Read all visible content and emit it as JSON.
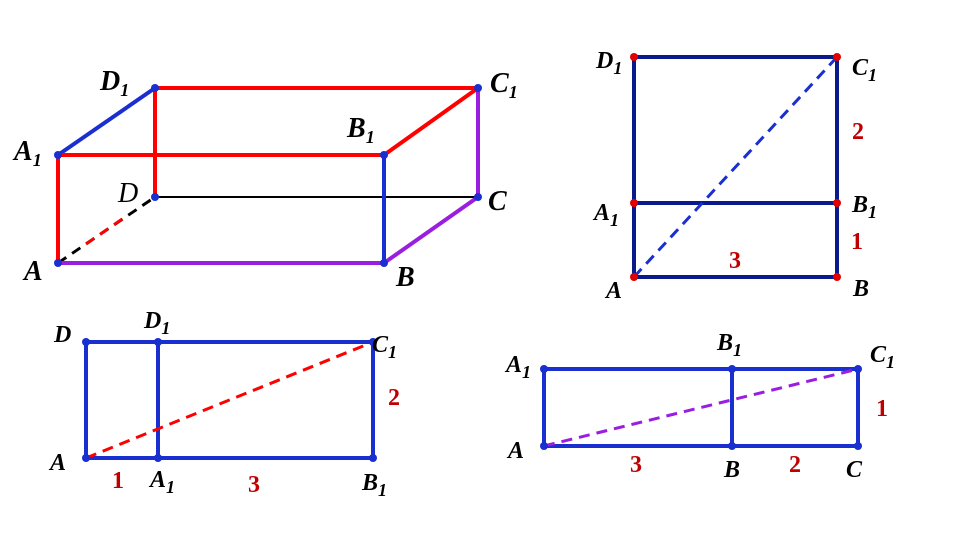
{
  "colors": {
    "red": "#ff0000",
    "blue": "#1a2fd0",
    "navy": "#0a1a8a",
    "purple": "#9a1ee0",
    "black": "#000000",
    "num": "#c00000",
    "dot_blue": "#1a2fd0",
    "dot_red": "#e00000"
  },
  "box": {
    "labels": {
      "A": {
        "base": "A",
        "sub": ""
      },
      "B": {
        "base": "B",
        "sub": ""
      },
      "C": {
        "base": "C",
        "sub": ""
      },
      "D": {
        "base": "D",
        "sub": ""
      },
      "A1": {
        "base": "A",
        "sub": "1"
      },
      "B1": {
        "base": "B",
        "sub": "1"
      },
      "C1": {
        "base": "C",
        "sub": "1"
      },
      "D1": {
        "base": "D",
        "sub": "1"
      }
    }
  },
  "unfold_front_top": {
    "labels": {
      "D1": {
        "base": "D",
        "sub": "1"
      },
      "C1": {
        "base": "C",
        "sub": "1"
      },
      "A1": {
        "base": "A",
        "sub": "1"
      },
      "B1": {
        "base": "B",
        "sub": "1"
      },
      "A": {
        "base": "A",
        "sub": ""
      },
      "B": {
        "base": "B",
        "sub": ""
      }
    },
    "numbers": {
      "n2": "2",
      "n1": "1",
      "n3": "3"
    }
  },
  "unfold_side_top": {
    "labels": {
      "D": {
        "base": "D",
        "sub": ""
      },
      "D1": {
        "base": "D",
        "sub": "1"
      },
      "C1": {
        "base": "C",
        "sub": "1"
      },
      "A": {
        "base": "A",
        "sub": ""
      },
      "A1": {
        "base": "A",
        "sub": "1"
      },
      "B1": {
        "base": "B",
        "sub": "1"
      }
    },
    "numbers": {
      "n2": "2",
      "n1": "1",
      "n3": "3"
    }
  },
  "unfold_front_side": {
    "labels": {
      "A1": {
        "base": "A",
        "sub": "1"
      },
      "B1": {
        "base": "B",
        "sub": "1"
      },
      "C1": {
        "base": "C",
        "sub": "1"
      },
      "A": {
        "base": "A",
        "sub": ""
      },
      "B": {
        "base": "B",
        "sub": ""
      },
      "C": {
        "base": "C",
        "sub": ""
      }
    },
    "numbers": {
      "n1": "1",
      "n3": "3",
      "n2": "2"
    }
  }
}
